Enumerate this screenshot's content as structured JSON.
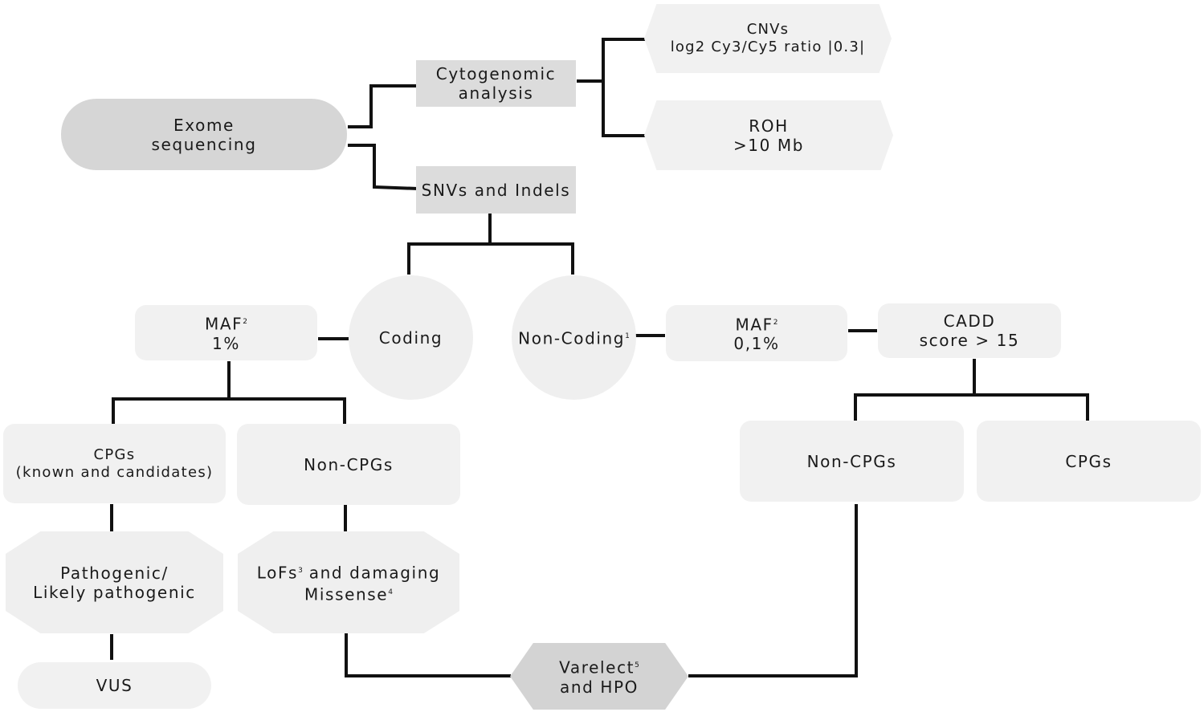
{
  "nodes": {
    "exome": [
      "Exome",
      "sequencing"
    ],
    "cytogenomic": [
      "Cytogenomic",
      "analysis"
    ],
    "cnvs": [
      "CNVs",
      "log2 Cy3/Cy5 ratio |0.3|"
    ],
    "roh": [
      "ROH",
      ">10 Mb"
    ],
    "snvs": "SNVs and Indels",
    "coding": "Coding",
    "noncoding": {
      "label": "Non-Coding",
      "sup": "1"
    },
    "maf_coding": {
      "line1": "MAF",
      "sup": "2",
      "line2": "1%"
    },
    "maf_noncoding": {
      "line1": "MAF",
      "sup": "2",
      "line2": "0,1%"
    },
    "cadd": [
      "CADD",
      "score > 15"
    ],
    "cpgs_left": [
      "CPGs",
      "(known and candidates)"
    ],
    "noncpgs_left": "Non-CPGs",
    "noncpgs_right": "Non-CPGs",
    "cpgs_right": "CPGs",
    "pathogenic": [
      "Pathogenic/",
      "Likely pathogenic"
    ],
    "lofs": {
      "part1": "LoFs",
      "sup1": "3",
      "part2": "and damaging",
      "line2": "Missense",
      "sup2": "4"
    },
    "vus": "VUS",
    "varelect": {
      "line1": "Varelect",
      "sup": "5",
      "line2": "and HPO"
    }
  },
  "colors": {
    "connector": "#111111",
    "pill": "#d6d6d6",
    "box_dark": "#dcdcdc",
    "box_light": "#f1f1f1"
  }
}
